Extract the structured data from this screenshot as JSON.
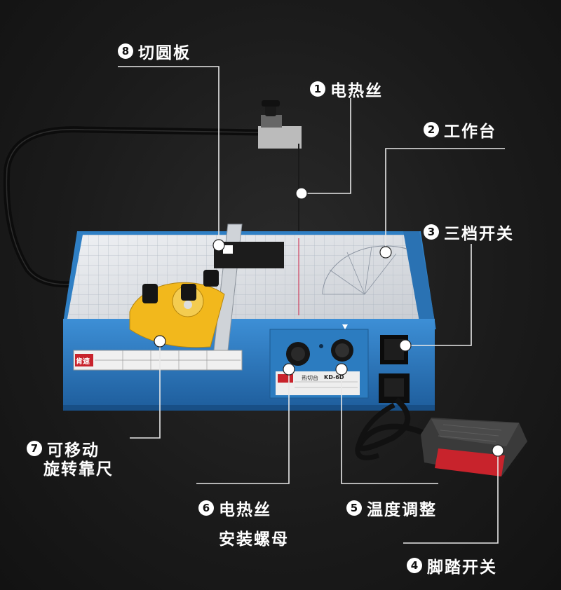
{
  "callouts": [
    {
      "number": "8",
      "label": "切圆板"
    },
    {
      "number": "1",
      "label": "电热丝"
    },
    {
      "number": "2",
      "label": "工作台"
    },
    {
      "number": "3",
      "label": "三档开关"
    },
    {
      "number": "7",
      "label": "可移动",
      "label2": "旋转靠尺"
    },
    {
      "number": "6",
      "label": "电热丝",
      "label2": "安装螺母"
    },
    {
      "number": "5",
      "label": "温度调整"
    },
    {
      "number": "4",
      "label": "脚踏开关"
    }
  ],
  "machine": {
    "brand": "肯速",
    "model": "KD-6D",
    "nameplate_title": "热切台"
  },
  "colors": {
    "body": "#2f7fc4",
    "table": "#dcdfe4",
    "guide": "#f2b81c",
    "background": "#1a1a1a",
    "pedal": "#3a3a3a",
    "pedal_label": "#c8232c"
  }
}
